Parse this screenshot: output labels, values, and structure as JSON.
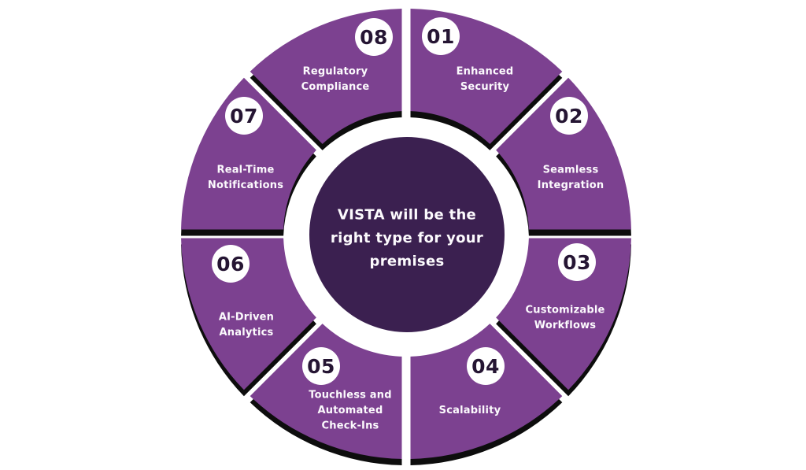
{
  "center": {
    "lines": [
      "VISTA will be the",
      "right type for your",
      "premises"
    ]
  },
  "segments": [
    {
      "number": "01",
      "label_lines": [
        "Enhanced",
        "Security"
      ]
    },
    {
      "number": "02",
      "label_lines": [
        "Seamless",
        "Integration"
      ]
    },
    {
      "number": "03",
      "label_lines": [
        "Customizable",
        "Workflows"
      ]
    },
    {
      "number": "04",
      "label_lines": [
        "Scalability"
      ]
    },
    {
      "number": "05",
      "label_lines": [
        "Touchless and",
        "Automated",
        "Check-Ins"
      ]
    },
    {
      "number": "06",
      "label_lines": [
        "AI-Driven",
        "Analytics"
      ]
    },
    {
      "number": "07",
      "label_lines": [
        "Real-Time",
        "Notifications"
      ]
    },
    {
      "number": "08",
      "label_lines": [
        "Regulatory",
        "Compliance"
      ]
    }
  ],
  "colors": {
    "background": "#FFFFFF",
    "segment_purple": "#7C4190",
    "center_purple": "#3B2050",
    "badge_fill": "#FFFFFF",
    "number_text": "#251533",
    "label_text": "#FCFAFD",
    "center_text": "#FCFAFD",
    "shadow": "#0D0D0D"
  }
}
